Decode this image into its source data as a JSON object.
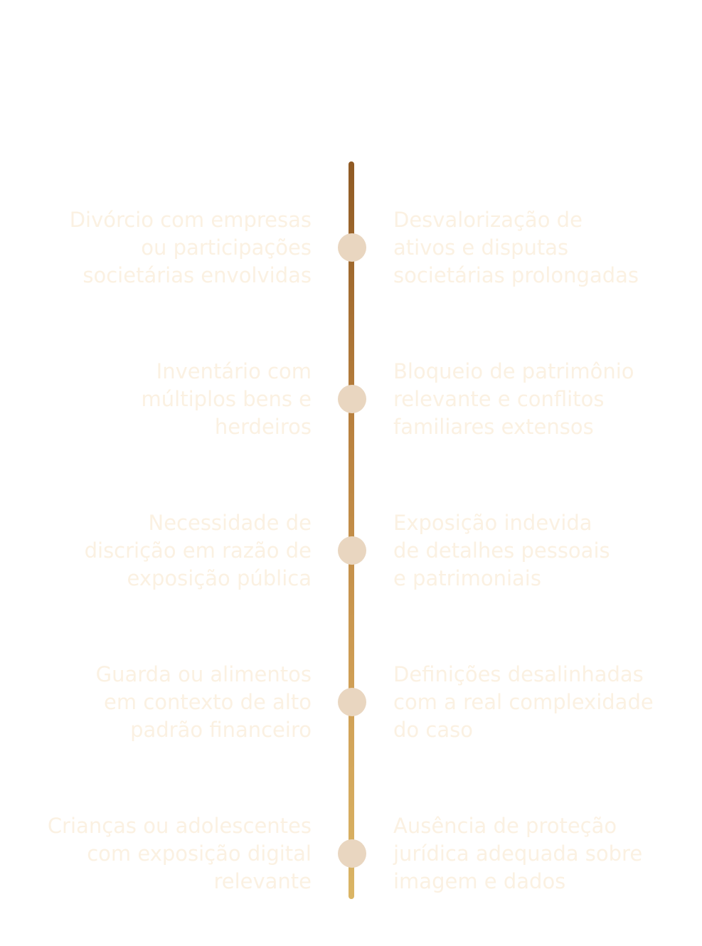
{
  "colors": {
    "background": "#ffffff",
    "text": "#fbf1e2",
    "dot": "#e9d6c0",
    "line_top": "#8f5a24",
    "line_bottom": "#dab565"
  },
  "timeline": {
    "rows": [
      {
        "left": "Divórcio com empresas\nou participações\nsocietárias envolvidas",
        "right": "Desvalorização de\nativos e disputas\nsocietárias prolongadas"
      },
      {
        "left": "Inventário com\nmúltiplos bens e\nherdeiros",
        "right": "Bloqueio de patrimônio\nrelevante e conflitos\nfamiliares extensos"
      },
      {
        "left": "Necessidade de\ndiscrição em razão de\nexposição pública",
        "right": "Exposição indevida\nde detalhes pessoais\ne patrimoniais"
      },
      {
        "left": "Guarda ou alimentos\nem contexto de alto\npadrão financeiro",
        "right": "Definições desalinhadas\ncom a real complexidade\ndo caso"
      },
      {
        "left": "Crianças ou adolescentes\ncom exposição digital\nrelevante",
        "right": "Ausência de proteção\njurídica adequada sobre\nimagem e dados"
      }
    ]
  }
}
